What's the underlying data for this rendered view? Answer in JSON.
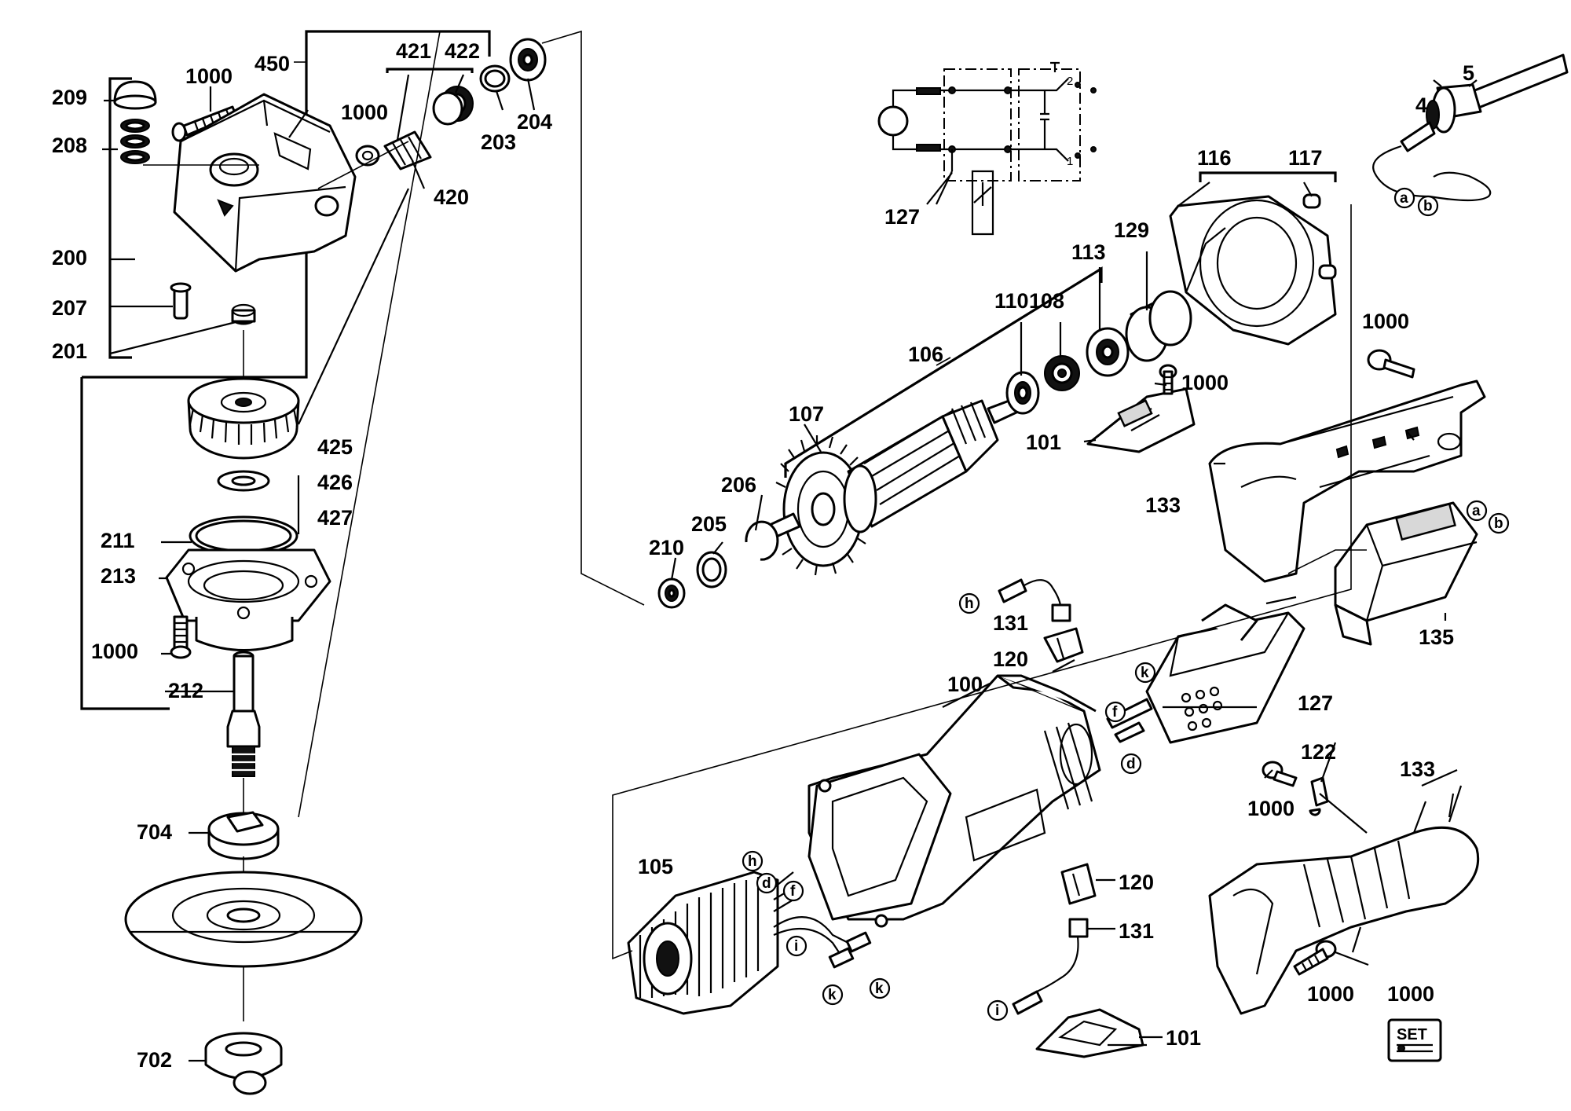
{
  "diagram": {
    "callouts": [
      {
        "id": "209",
        "text": "209"
      },
      {
        "id": "208",
        "text": "208"
      },
      {
        "id": "200",
        "text": "200"
      },
      {
        "id": "207",
        "text": "207"
      },
      {
        "id": "201",
        "text": "201"
      },
      {
        "id": "1000-screw-top",
        "text": "1000"
      },
      {
        "id": "450",
        "text": "450"
      },
      {
        "id": "421",
        "text": "421"
      },
      {
        "id": "422",
        "text": "422"
      },
      {
        "id": "1000-nut",
        "text": "1000"
      },
      {
        "id": "203",
        "text": "203"
      },
      {
        "id": "204",
        "text": "204"
      },
      {
        "id": "420",
        "text": "420"
      },
      {
        "id": "425",
        "text": "425"
      },
      {
        "id": "426",
        "text": "426"
      },
      {
        "id": "427",
        "text": "427"
      },
      {
        "id": "211",
        "text": "211"
      },
      {
        "id": "213",
        "text": "213"
      },
      {
        "id": "1000-flange-screw",
        "text": "1000"
      },
      {
        "id": "212",
        "text": "212"
      },
      {
        "id": "704",
        "text": "704"
      },
      {
        "id": "702",
        "text": "702"
      },
      {
        "id": "127-circuit",
        "text": "127"
      },
      {
        "id": "116",
        "text": "116"
      },
      {
        "id": "117",
        "text": "117"
      },
      {
        "id": "5",
        "text": "5"
      },
      {
        "id": "4",
        "text": "4"
      },
      {
        "id": "129",
        "text": "129"
      },
      {
        "id": "113",
        "text": "113"
      },
      {
        "id": "108",
        "text": "108"
      },
      {
        "id": "110",
        "text": "110"
      },
      {
        "id": "106",
        "text": "106"
      },
      {
        "id": "107",
        "text": "107"
      },
      {
        "id": "1000-switch-cover",
        "text": "1000"
      },
      {
        "id": "101-top",
        "text": "101"
      },
      {
        "id": "1000-handle-top",
        "text": "1000"
      },
      {
        "id": "133-top",
        "text": "133"
      },
      {
        "id": "206",
        "text": "206"
      },
      {
        "id": "205",
        "text": "205"
      },
      {
        "id": "210",
        "text": "210"
      },
      {
        "id": "131-top",
        "text": "131"
      },
      {
        "id": "120-top",
        "text": "120"
      },
      {
        "id": "135",
        "text": "135"
      },
      {
        "id": "100",
        "text": "100"
      },
      {
        "id": "127-board",
        "text": "127"
      },
      {
        "id": "122",
        "text": "122"
      },
      {
        "id": "133-bottom",
        "text": "133"
      },
      {
        "id": "1000-clamp",
        "text": "1000"
      },
      {
        "id": "105",
        "text": "105"
      },
      {
        "id": "120-bottom",
        "text": "120"
      },
      {
        "id": "131-bottom",
        "text": "131"
      },
      {
        "id": "1000-handle-bottom",
        "text": "1000"
      },
      {
        "id": "1000-set",
        "text": "1000"
      },
      {
        "id": "101-bottom",
        "text": "101"
      }
    ],
    "wire_markers": [
      "a",
      "b",
      "a",
      "b",
      "h",
      "k",
      "f",
      "d",
      "h",
      "d",
      "f",
      "i",
      "k",
      "k",
      "i"
    ],
    "circuit_terminals": [
      "2",
      "1"
    ],
    "set_badge": "SET"
  }
}
